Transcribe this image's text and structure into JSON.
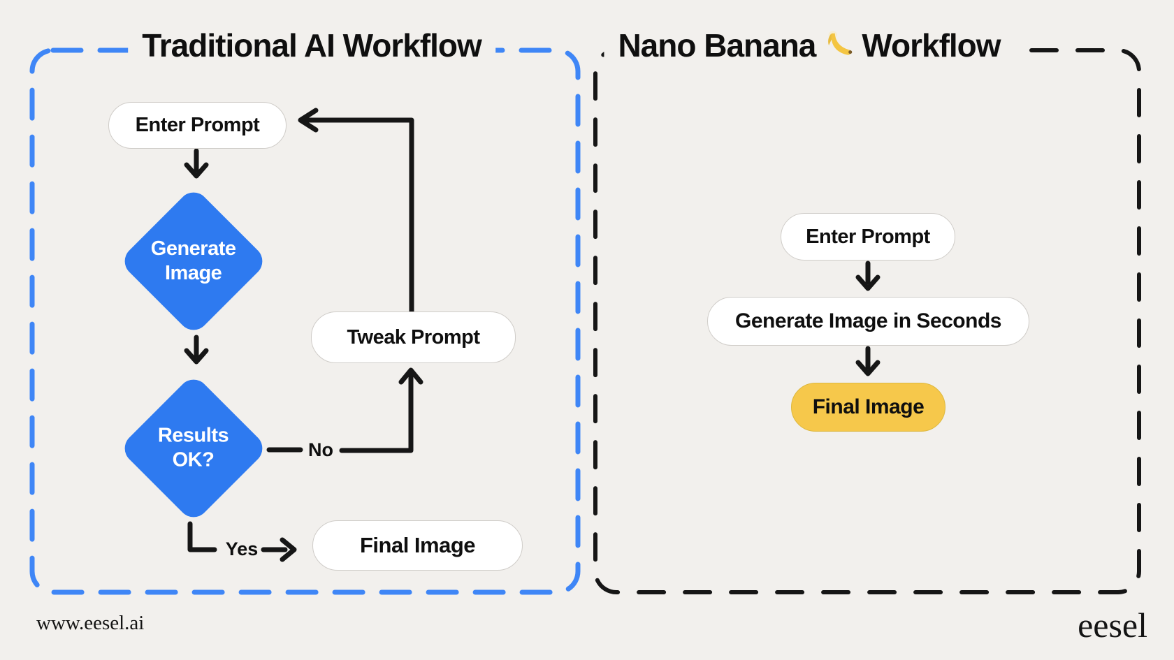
{
  "colors": {
    "bg": "#F2F0ED",
    "blue": "#2E7AF0",
    "blue_dash": "#3F86F6",
    "yellow": "#F6C84B",
    "line": "#161616",
    "box_border": "#CFCCC8",
    "text": "#0F0F0F",
    "diamond_text": "#FFFFFF"
  },
  "left_panel": {
    "title": "Traditional AI Workflow",
    "nodes": {
      "enter_prompt": "Enter Prompt",
      "generate_image": {
        "line1": "Generate",
        "line2": "Image"
      },
      "results_ok": {
        "line1": "Results",
        "line2": "OK?"
      },
      "tweak_prompt": "Tweak Prompt",
      "final_image": "Final Image"
    },
    "edge_labels": {
      "no": "No",
      "yes": "Yes"
    }
  },
  "right_panel": {
    "title_parts": [
      "Nano Banana",
      "Workflow"
    ],
    "banana_icon": "banana-emoji",
    "nodes": {
      "enter_prompt": "Enter Prompt",
      "generate_image_in_seconds": "Generate Image in Seconds",
      "final_image": "Final Image"
    }
  },
  "footer": {
    "website": "www.eesel.ai",
    "brand": "eesel"
  }
}
